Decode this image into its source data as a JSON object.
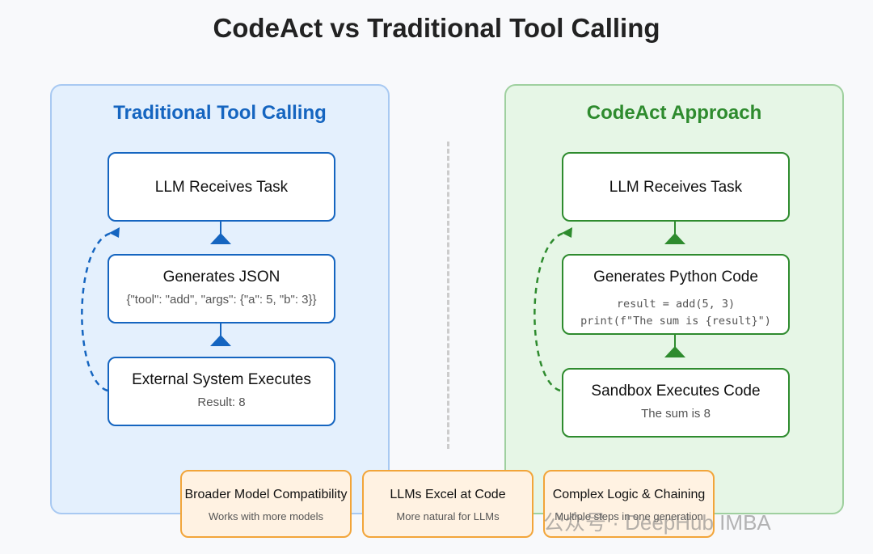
{
  "title": "CodeAct vs Traditional Tool Calling",
  "colors": {
    "traditional": "#1565c0",
    "codeact": "#2e8b2e",
    "benefit_border": "#f2a53a"
  },
  "traditional": {
    "title": "Traditional Tool Calling",
    "steps": [
      {
        "title": "LLM Receives Task"
      },
      {
        "title": "Generates JSON",
        "sub": "{\"tool\": \"add\", \"args\": {\"a\": 5, \"b\": 3}}"
      },
      {
        "title": "External System Executes",
        "sub": "Result: 8"
      }
    ]
  },
  "codeact": {
    "title": "CodeAct Approach",
    "steps": [
      {
        "title": "LLM Receives Task"
      },
      {
        "title": "Generates Python Code",
        "code": [
          "result = add(5, 3)",
          "print(f\"The sum is {result}\")"
        ]
      },
      {
        "title": "Sandbox Executes Code",
        "sub": "The sum is 8"
      }
    ]
  },
  "benefits": [
    {
      "title": "Broader Model Compatibility",
      "sub": "Works with more models"
    },
    {
      "title": "LLMs Excel at Code",
      "sub": "More natural for LLMs"
    },
    {
      "title": "Complex Logic & Chaining",
      "sub": "Multiple steps in one generation"
    }
  ],
  "watermark": "公众号 · DeepHub IMBA"
}
